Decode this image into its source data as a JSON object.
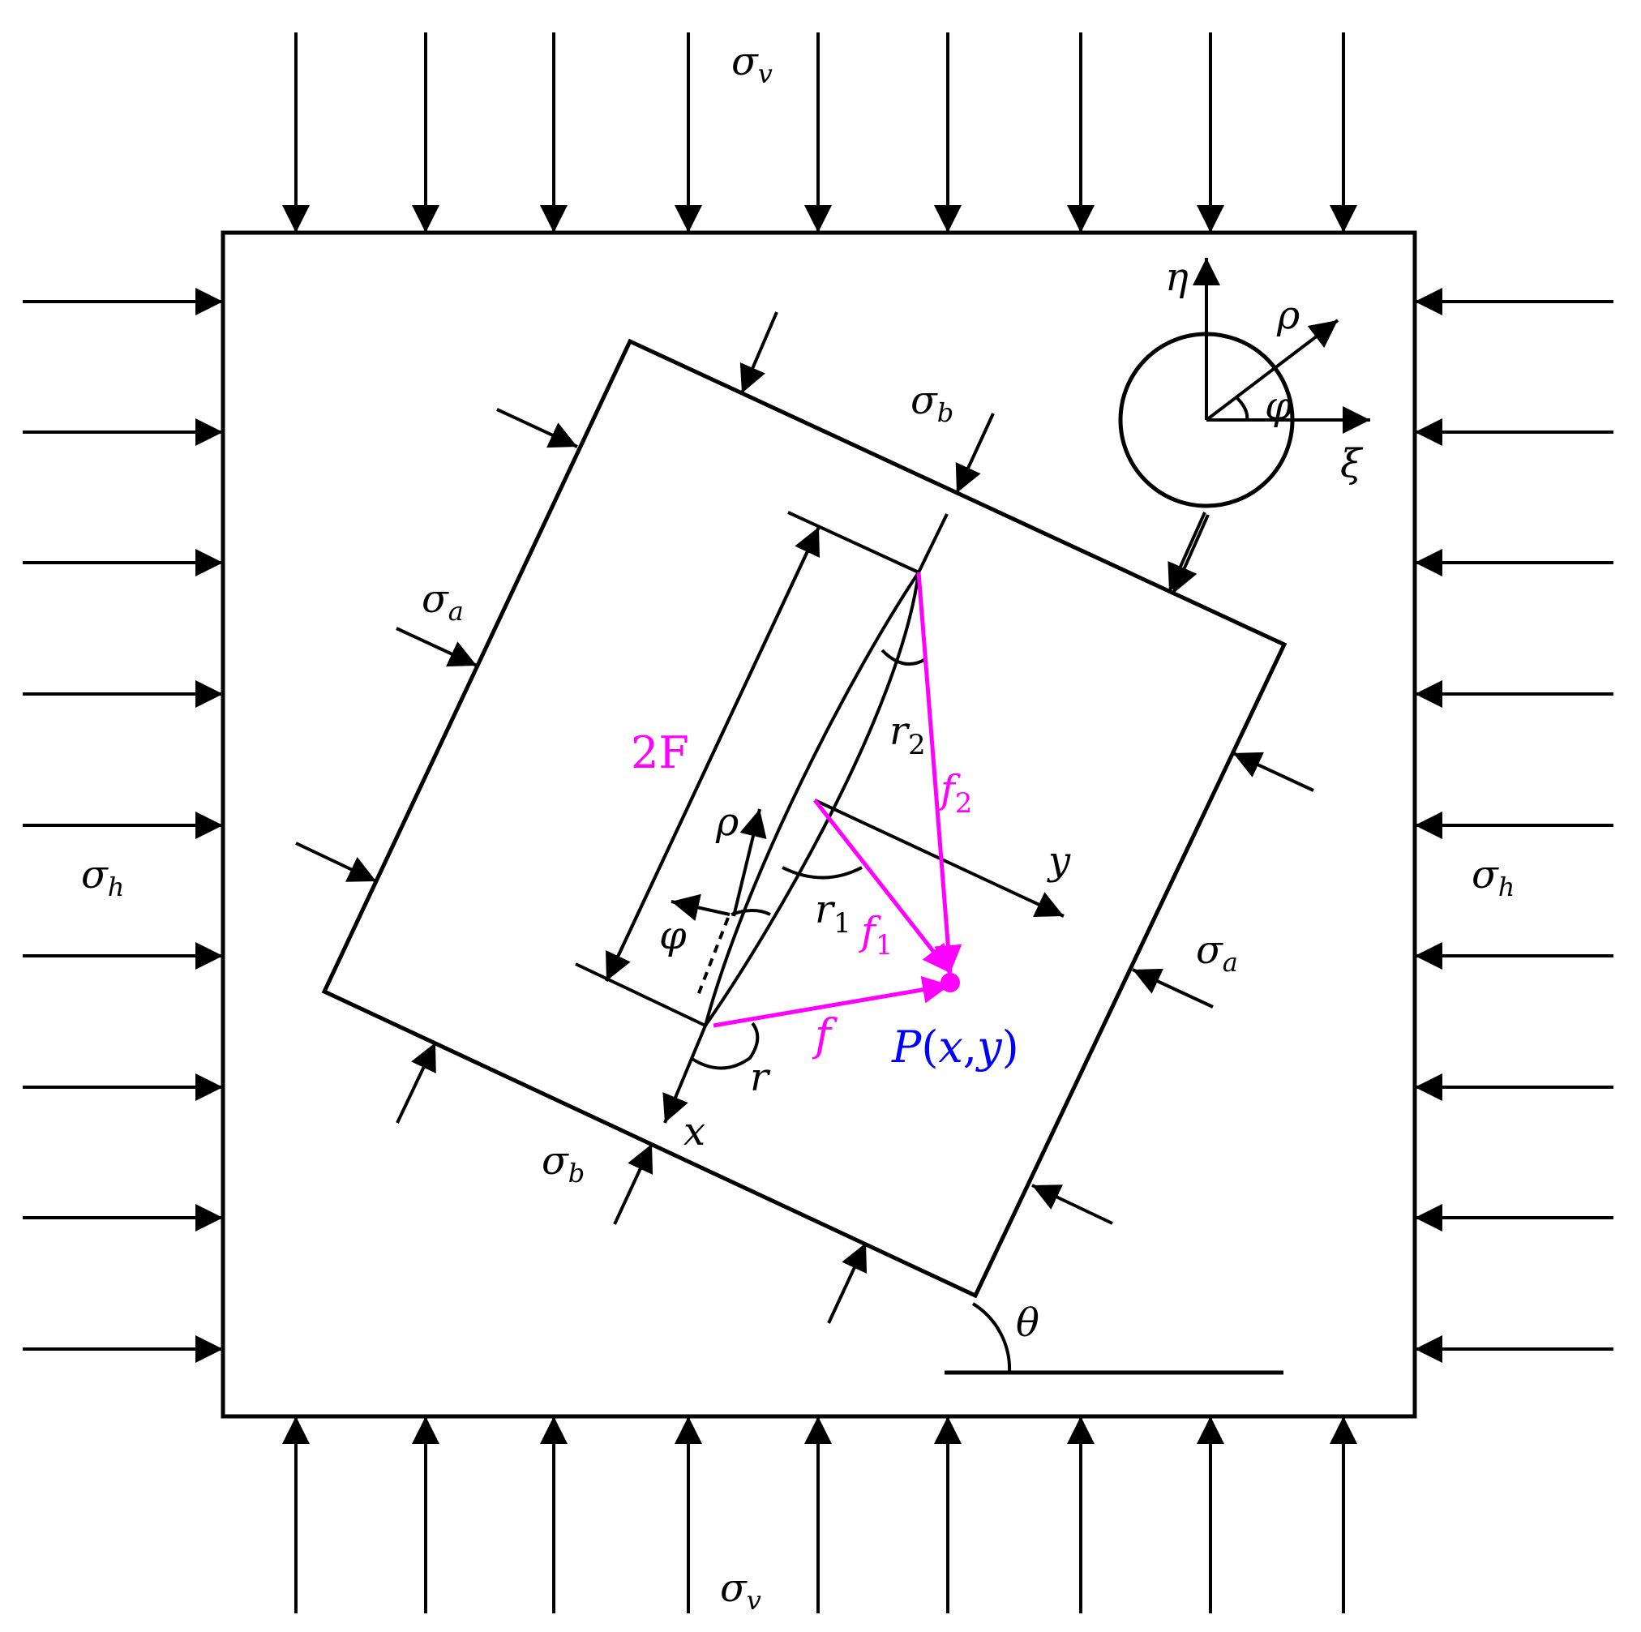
{
  "colors": {
    "ink": "#000000",
    "magenta": "#ff00ff",
    "blue": "#0000ff",
    "background": "#ffffff"
  },
  "labels": {
    "sigma": "σ",
    "sub_v": "v",
    "sub_h": "h",
    "sub_a": "a",
    "sub_b": "b",
    "eta": "η",
    "xi": "ξ",
    "rho": "ρ",
    "phi": "φ",
    "theta": "θ",
    "two_f": "2F",
    "r": "r",
    "r1_base": "r",
    "r1_sub": "1",
    "r2_base": "r",
    "r2_sub": "2",
    "f": "f",
    "f1_base": "f",
    "f1_sub": "1",
    "f2_base": "f",
    "f2_sub": "2",
    "x_axis": "x",
    "y_axis": "y",
    "point_p": "P",
    "point_open": "(",
    "point_x": "x",
    "point_comma": ",",
    "point_y": "y",
    "point_close": ")"
  }
}
